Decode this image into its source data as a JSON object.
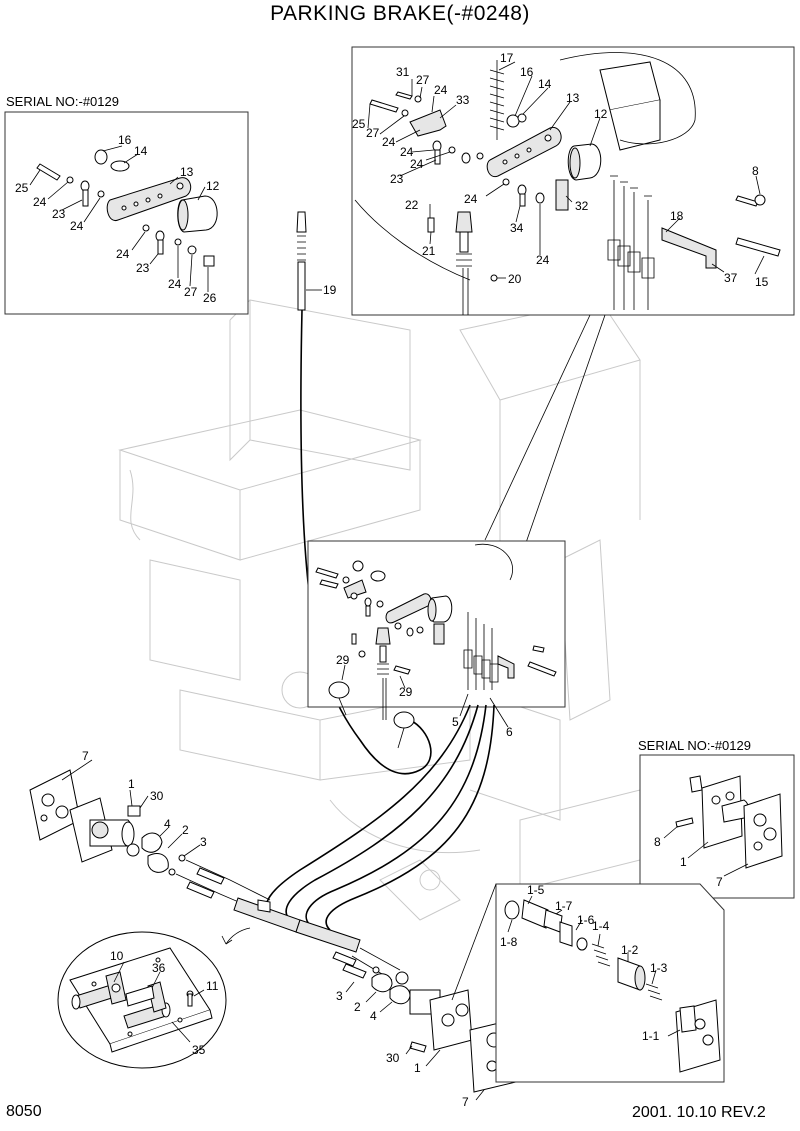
{
  "title": "PARKING BRAKE(-#0248)",
  "serial_note_left": "SERIAL NO:-#0129",
  "serial_note_right": "SERIAL NO:-#0129",
  "page_number": "8050",
  "revision": "2001. 10.10  REV.2",
  "callouts": {
    "upper_left": [
      "16",
      "14",
      "13",
      "12",
      "25",
      "24",
      "23",
      "24",
      "24",
      "23",
      "24",
      "27",
      "26"
    ],
    "upper_right": [
      "31",
      "27",
      "24",
      "33",
      "17",
      "16",
      "14",
      "13",
      "12",
      "25",
      "27",
      "24",
      "24",
      "23",
      "24",
      "24",
      "34",
      "32",
      "24",
      "22",
      "21",
      "20",
      "18",
      "37",
      "15",
      "8"
    ],
    "middle": [
      "19",
      "29",
      "29",
      "5",
      "6"
    ],
    "lower_left": [
      "7",
      "1",
      "30",
      "4",
      "2",
      "3",
      "2",
      "3",
      "4",
      "30",
      "1",
      "7"
    ],
    "lower_detail": [
      "10",
      "36",
      "11",
      "35"
    ],
    "right_inset": [
      "8",
      "1",
      "7"
    ],
    "right_exploded": [
      "1-5",
      "1-7",
      "1-6",
      "1-8",
      "1-4",
      "1-2",
      "1-3",
      "1-1"
    ]
  }
}
